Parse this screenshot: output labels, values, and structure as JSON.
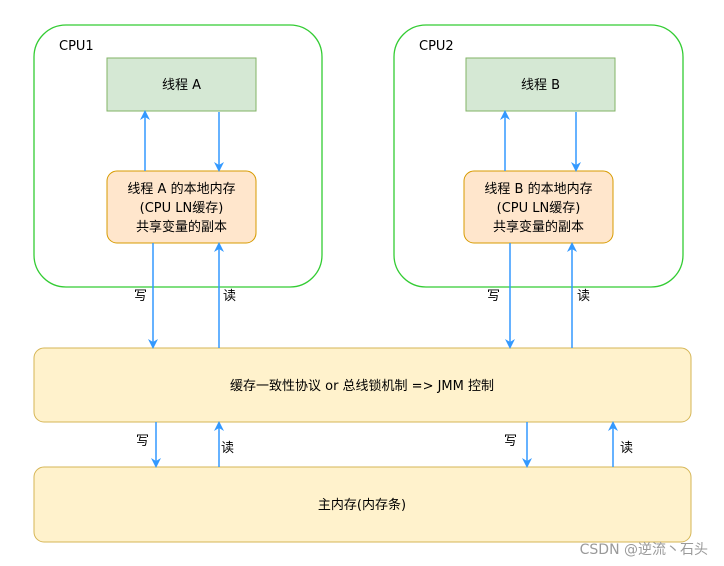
{
  "cpus": [
    {
      "label": "CPU1",
      "thread": "线程 A",
      "cache_lines": [
        "线程 A 的本地内存",
        "(CPU LN缓存)",
        "共享变量的副本"
      ],
      "write_label": "写",
      "read_label": "读"
    },
    {
      "label": "CPU2",
      "thread": "线程 B",
      "cache_lines": [
        "线程 B 的本地内存",
        "(CPU LN缓存)",
        "共享变量的副本"
      ],
      "write_label": "写",
      "read_label": "读"
    }
  ],
  "protocol": {
    "label": "缓存一致性协议 or 总线锁机制 => JMM 控制",
    "write_label_left": "写",
    "read_label_left": "读",
    "write_label_right": "写",
    "read_label_right": "读"
  },
  "main_memory": {
    "label": "主内存(内存条)"
  },
  "watermark": "CSDN @逆流丶石头",
  "colors": {
    "cpu_border": "#33cc33",
    "thread_fill": "#d5e8d4",
    "thread_border": "#82b366",
    "cache_fill": "#ffe6cc",
    "cache_border": "#d79b00",
    "bus_fill": "#fff2cc",
    "bus_border": "#d6b656",
    "arrow": "#3399ff"
  }
}
